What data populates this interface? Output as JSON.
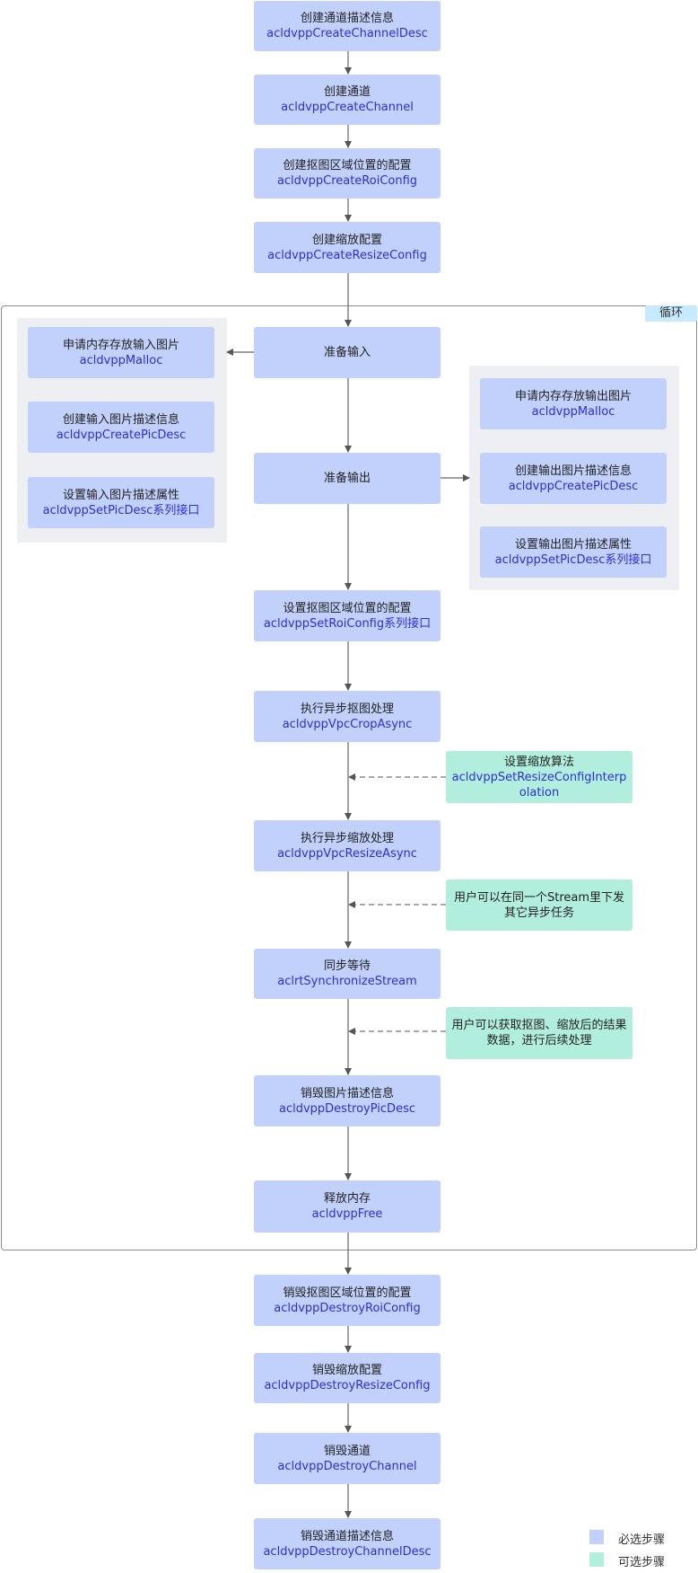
{
  "loop_label": "循环",
  "steps": {
    "create_channel_desc": {
      "title": "创建通道描述信息",
      "api": "acldvppCreateChannelDesc"
    },
    "create_channel": {
      "title": "创建通道",
      "api": "acldvppCreateChannel"
    },
    "create_roi_config": {
      "title": "创建抠图区域位置的配置",
      "api": "acldvppCreateRoiConfig"
    },
    "create_resize_config": {
      "title": "创建缩放配置",
      "api": "acldvppCreateResizeConfig"
    },
    "prepare_input": {
      "title": "准备输入"
    },
    "prepare_output": {
      "title": "准备输出"
    },
    "set_roi_config": {
      "title": "设置抠图区域位置的配置",
      "api": "acldvppSetRoiConfig系列接口"
    },
    "crop_async": {
      "title": "执行异步抠图处理",
      "api": "acldvppVpcCropAsync"
    },
    "resize_async": {
      "title": "执行异步缩放处理",
      "api": "acldvppVpcResizeAsync"
    },
    "sync_stream": {
      "title": "同步等待",
      "api": "aclrtSynchronizeStream"
    },
    "destroy_pic_desc": {
      "title": "销毁图片描述信息",
      "api": "acldvppDestroyPicDesc"
    },
    "free_memory": {
      "title": "释放内存",
      "api": "acldvppFree"
    },
    "destroy_roi_config": {
      "title": "销毁抠图区域位置的配置",
      "api": "acldvppDestroyRoiConfig"
    },
    "destroy_resize_config": {
      "title": "销毁缩放配置",
      "api": "acldvppDestroyResizeConfig"
    },
    "destroy_channel": {
      "title": "销毁通道",
      "api": "acldvppDestroyChannel"
    },
    "destroy_channel_desc": {
      "title": "销毁通道描述信息",
      "api": "acldvppDestroyChannelDesc"
    }
  },
  "input_steps": [
    {
      "title": "申请内存存放输入图片",
      "api": "acldvppMalloc"
    },
    {
      "title": "创建输入图片描述信息",
      "api": "acldvppCreatePicDesc"
    },
    {
      "title": "设置输入图片描述属性",
      "api": "acldvppSetPicDesc系列接口"
    }
  ],
  "output_steps": [
    {
      "title": "申请内存存放输出图片",
      "api": "acldvppMalloc"
    },
    {
      "title": "创建输出图片描述信息",
      "api": "acldvppCreatePicDesc"
    },
    {
      "title": "设置输出图片描述属性",
      "api": "acldvppSetPicDesc系列接口"
    }
  ],
  "optional_steps": {
    "interpolation": {
      "title": "设置缩放算法",
      "api_line1": "acldvppSetResizeConfigInterp",
      "api_line2": "olation"
    },
    "other_async": {
      "line1": "用户可以在同一个Stream里下发",
      "line2": "其它异步任务"
    },
    "get_result": {
      "line1": "用户可以获取抠图、缩放后的结果",
      "line2": "数据，进行后续处理"
    }
  },
  "legend": {
    "required": "必选步骤",
    "optional": "可选步骤"
  },
  "colors": {
    "required": "#c2d1fb",
    "optional": "#b2eedd",
    "panel": "#eeeff3",
    "loop_tag": "#c6eaff",
    "api_text": "#2d2fd6"
  }
}
